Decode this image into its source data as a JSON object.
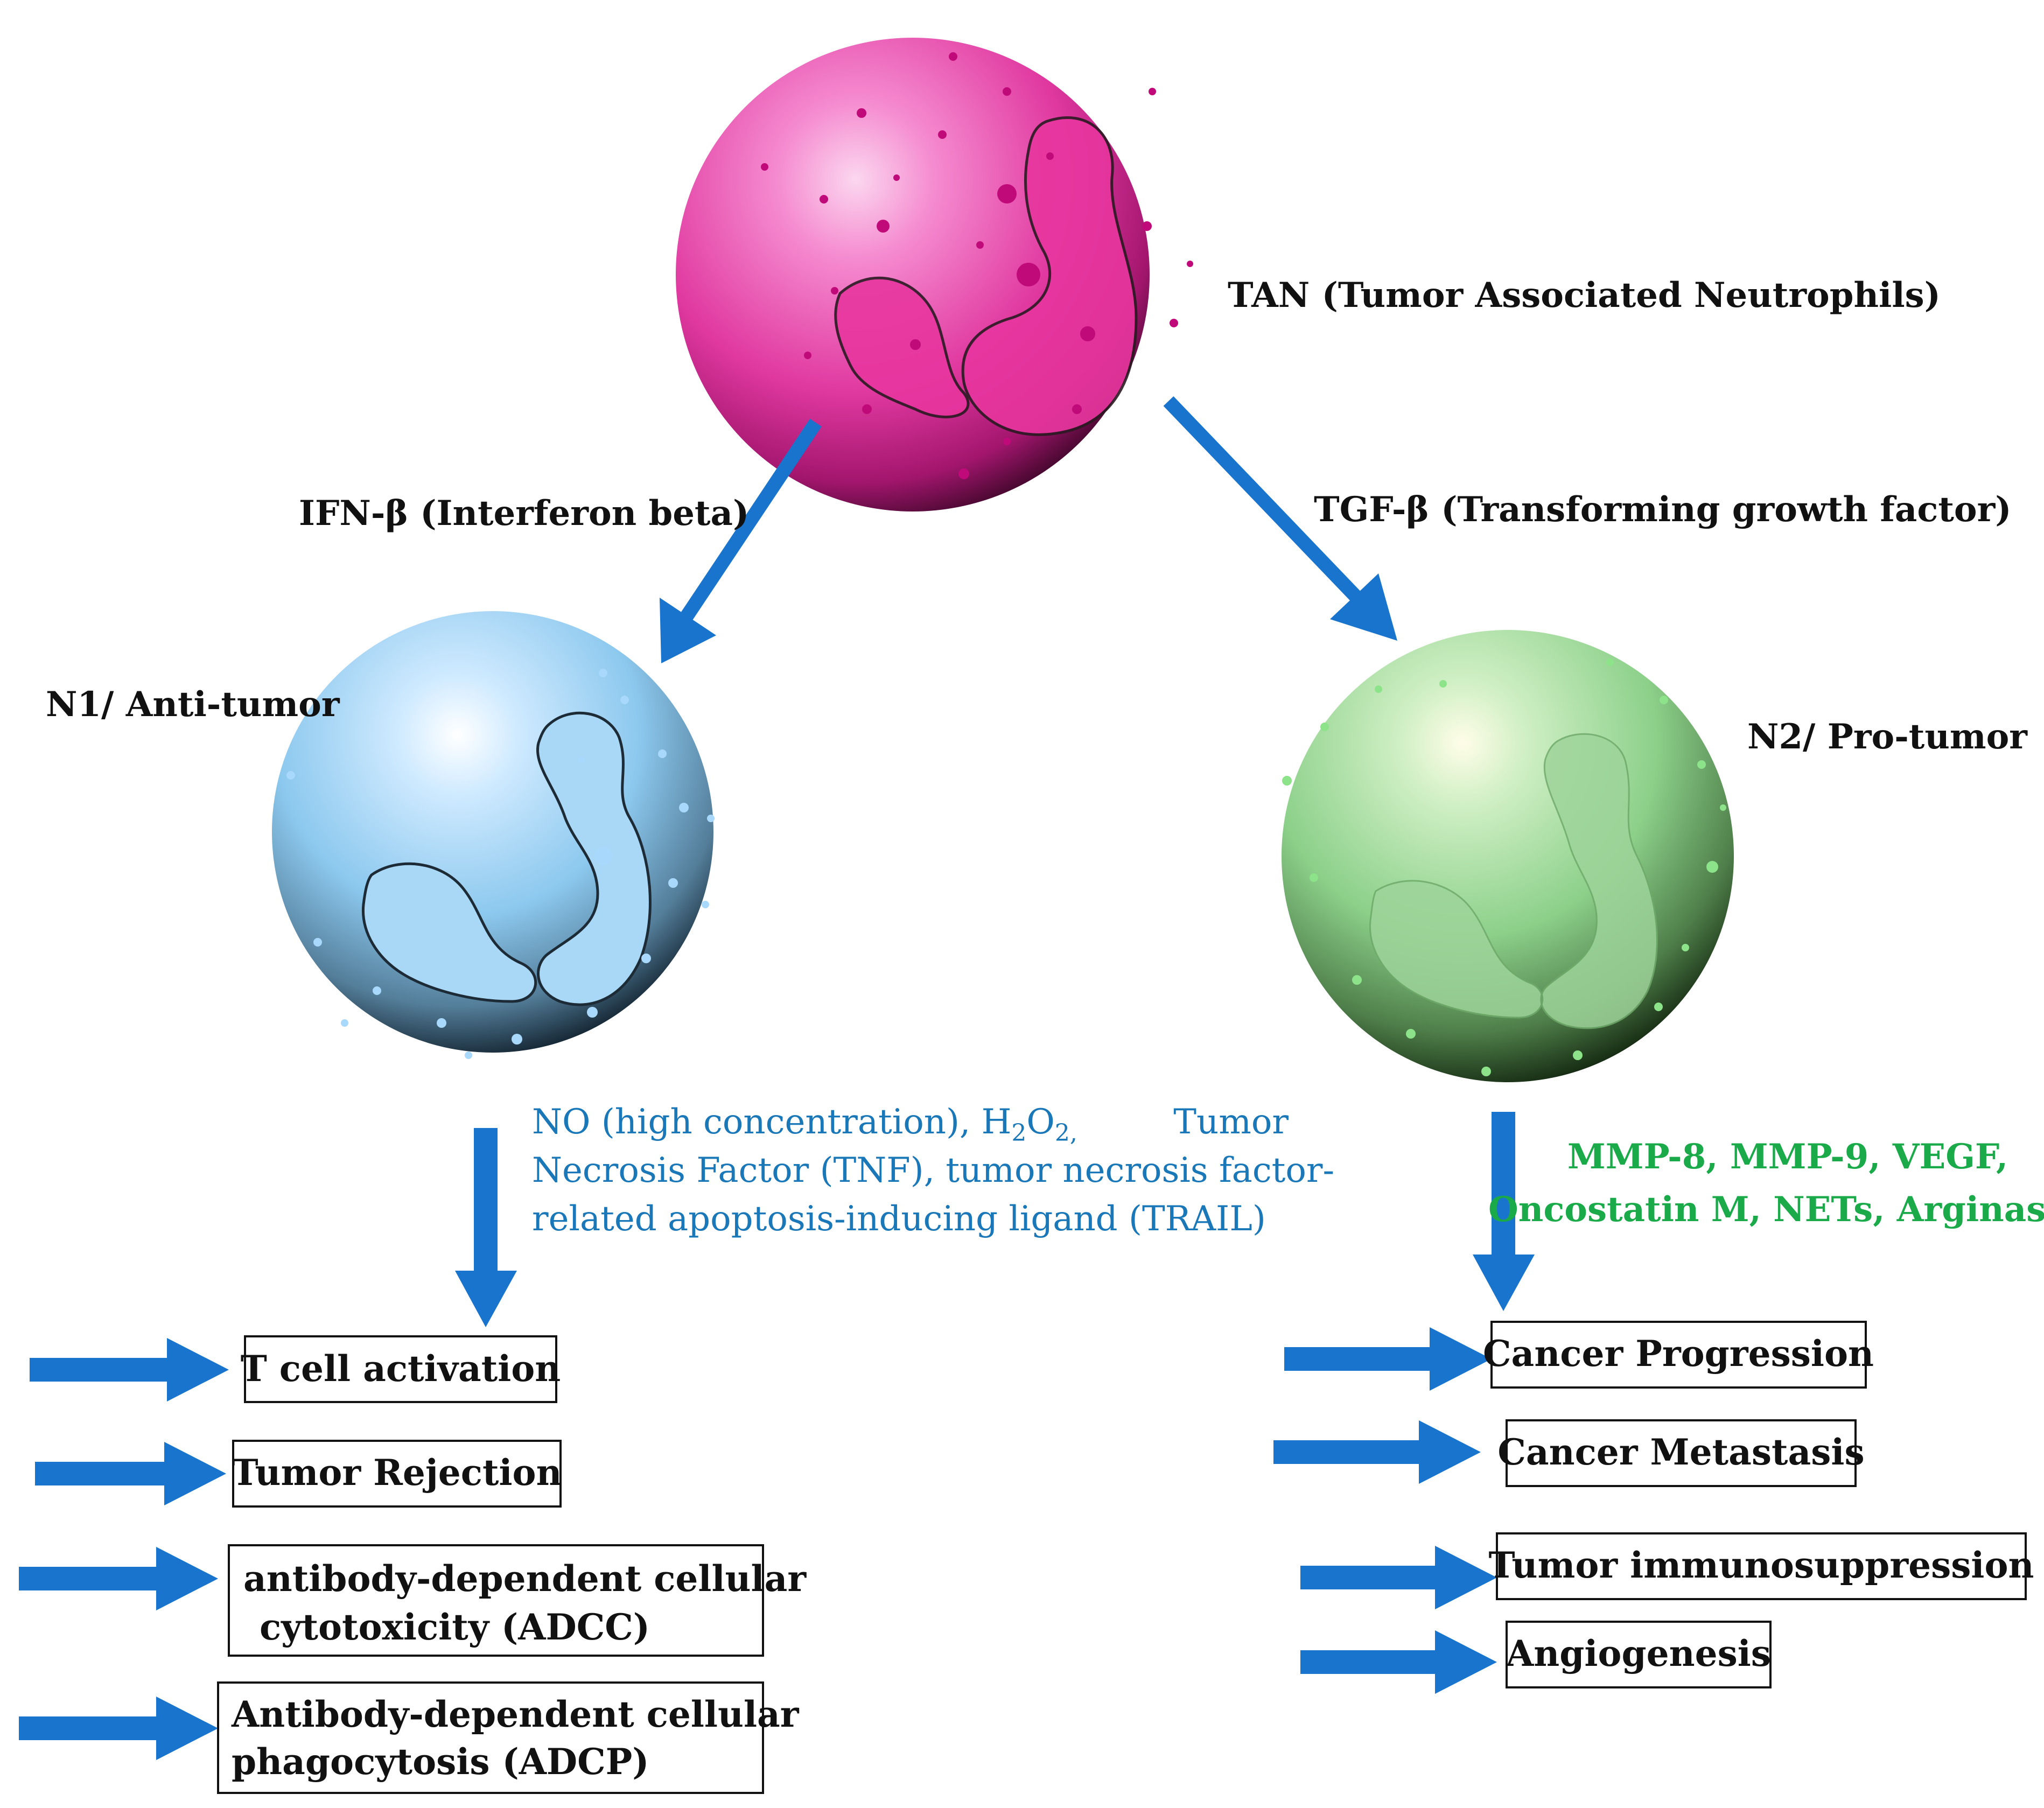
{
  "colors": {
    "arrow": "#1874cd",
    "tan_cell": "#e0389f",
    "n1_cell": "#8cc8ee",
    "n2_cell": "#8cd08a",
    "n1_factor_text": "#1a78b8",
    "n2_factor_text": "#1aaa4a"
  },
  "icons": {
    "tan": "neutrophil-cell-icon",
    "n1": "neutrophil-cell-icon",
    "n2": "neutrophil-cell-icon"
  },
  "tan": {
    "label": "TAN (Tumor Associated Neutrophils)"
  },
  "n1": {
    "label": "N1/ Anti-tumor",
    "inducer": "IFN-β (Interferon beta)",
    "factors": {
      "line1": "NO (high concentration), H",
      "h2o2_sub1": "2",
      "h2o2_mid": "O",
      "h2o2_sub2": "2,",
      "line1_end": "Tumor",
      "line2": "Necrosis Factor (TNF), tumor necrosis factor-",
      "line3": "related apoptosis-inducing ligand (TRAIL)"
    },
    "outcomes": {
      "t_cell": "T cell activation",
      "rejection": "Tumor Rejection",
      "adcc_line1": "antibody-dependent cellular",
      "adcc_line2": "cytotoxicity (ADCC)",
      "adcp_line1": "Antibody-dependent cellular",
      "adcp_line2": "phagocytosis (ADCP)"
    }
  },
  "n2": {
    "label": "N2/ Pro-tumor",
    "inducer": "TGF-β (Transforming growth factor)",
    "factors": {
      "line1": "MMP-8, MMP-9, VEGF,",
      "line2": "Oncostatin M, NETs, Arginase"
    },
    "outcomes": {
      "progression": "Cancer Progression",
      "metastasis": "Cancer Metastasis",
      "immunosuppression": "Tumor immunosuppression",
      "angiogenesis": "Angiogenesis"
    }
  }
}
